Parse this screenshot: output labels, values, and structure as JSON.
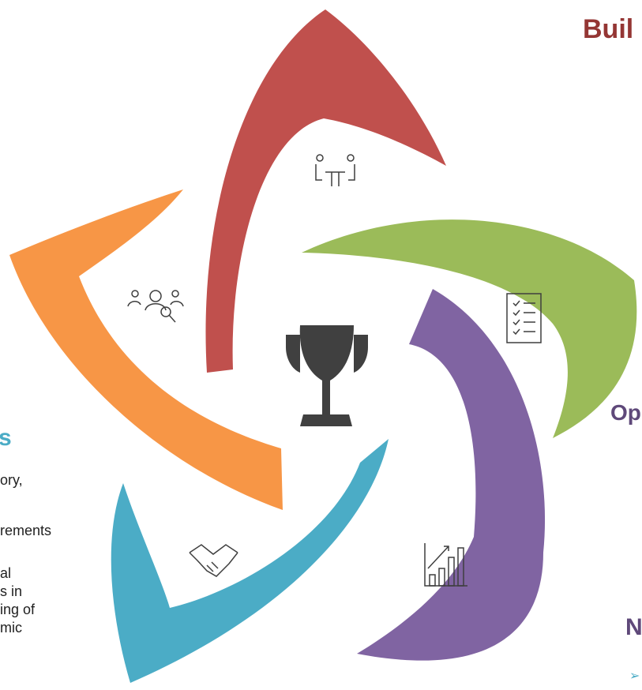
{
  "colors": {
    "red_arm": "#c0504d",
    "green_arm": "#9bbb59",
    "purple_arm": "#8064a2",
    "teal_arm": "#4bacc6",
    "orange_arm": "#f79646",
    "trophy": "#404040",
    "icon_stroke": "#3f3f3f",
    "heading_build": "#943634",
    "heading_op": "#5f497a",
    "heading_n": "#5f497a",
    "heading_s": "#4bacc6",
    "bullet_arrow": "#4bacc6"
  },
  "icons": {
    "red_arm": "meeting-icon",
    "green_arm": "checklist-icon",
    "purple_arm": "growth-chart-icon",
    "teal_arm": "handshake-icon",
    "orange_arm": "talent-search-icon",
    "center": "trophy-icon"
  },
  "headings": {
    "top_right": "Buil",
    "right_middle": "Op",
    "bottom_right": "N",
    "left": "s"
  },
  "bullet_marker": "➢",
  "left_text_fragments": [
    "ory,",
    "rements",
    "al",
    "s in",
    "ing of",
    "mic"
  ]
}
